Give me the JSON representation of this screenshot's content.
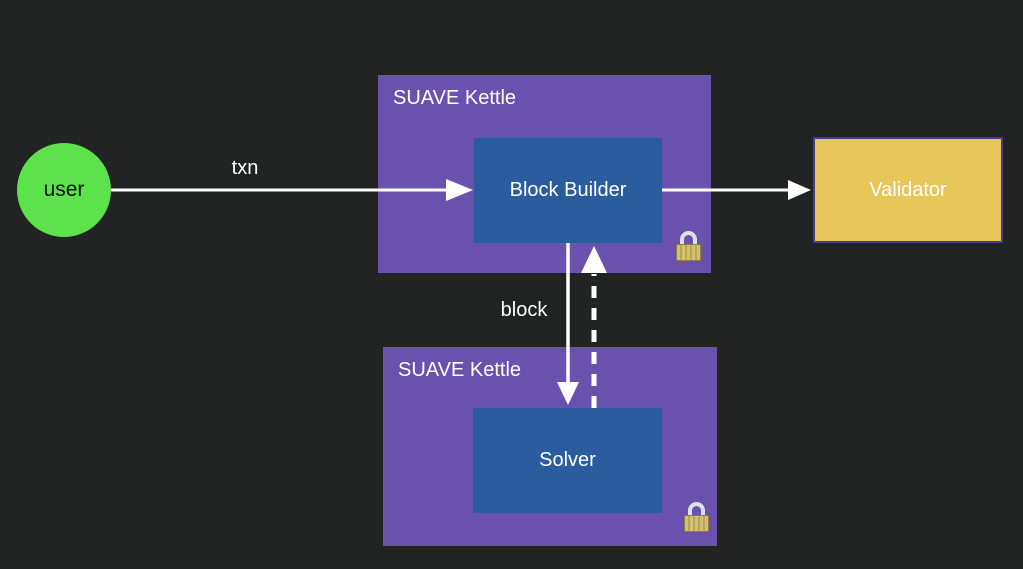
{
  "palette": {
    "background": "#222323",
    "kettle_purple": "#6b51ae",
    "node_blue": "#2b5c9e",
    "user_green": "#5ce24a",
    "validator_gold": "#e9c65a",
    "validator_border_purple": "#4b3b92",
    "arrow_white": "#ffffff",
    "lock_gold": "#c9b661",
    "lock_shackle_silver": "#dde1ea",
    "label_text_white": "#ffffff",
    "user_text_black": "#0c0c0c"
  },
  "diagram": {
    "nodes": {
      "user": {
        "label": "user",
        "shape": "circle",
        "color": "#5ce24a"
      },
      "kettle_top": {
        "title": "SUAVE Kettle",
        "color": "#6b51ae",
        "icon": "padlock-icon"
      },
      "block_builder": {
        "label": "Block Builder",
        "color": "#2b5c9e"
      },
      "kettle_bottom": {
        "title": "SUAVE Kettle",
        "color": "#6b51ae",
        "icon": "padlock-icon"
      },
      "solver": {
        "label": "Solver",
        "color": "#2b5c9e"
      },
      "validator": {
        "label": "Validator",
        "color": "#e9c65a"
      }
    },
    "edges": [
      {
        "from": "user",
        "to": "block_builder",
        "label": "txn",
        "style": "solid"
      },
      {
        "from": "block_builder",
        "to": "validator",
        "label": "",
        "style": "solid"
      },
      {
        "from": "block_builder",
        "to": "solver",
        "label": "block",
        "style": "solid"
      },
      {
        "from": "solver",
        "to": "block_builder",
        "label": "",
        "style": "dashed"
      }
    ]
  }
}
